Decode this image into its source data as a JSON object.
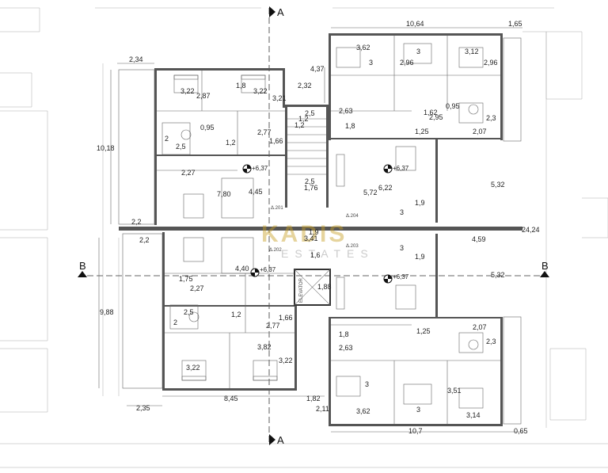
{
  "sections": {
    "a_top": "A",
    "a_bottom": "A",
    "b_left": "B",
    "b_right": "B"
  },
  "watermark": {
    "main": "KADIS",
    "sub": "ESTATES"
  },
  "levels": {
    "nw": "+6,37",
    "ne": "+6,37",
    "sw": "+6,37",
    "se": "+6,37"
  },
  "elevator": "ELEVATOR",
  "flat_codes": {
    "a201": "Δ.201",
    "a202": "Δ.202",
    "a203": "Δ.203",
    "a204": "Δ.204"
  },
  "dims": {
    "d_2_34": "2,34",
    "d_4_37": "4,37",
    "d_2_32": "2,32",
    "d_10_18": "10,18",
    "d_3_22a": "3,22",
    "d_2_87": "2,87",
    "d_1_8a": "1,8",
    "d_3_22b": "3,22",
    "d_3_21": "3,21",
    "d_2_5a": "2,5",
    "d_1_2a": "1,2",
    "d_1_2b": "1,2",
    "d_2_77a": "2,77",
    "d_0_95a": "0,95",
    "d_1_66a": "1,66",
    "d_2a": "2",
    "d_2_5b": "2,5",
    "d_1_2c": "1,2",
    "d_2_27a": "2,27",
    "d_7_80": "7,80",
    "d_4_45": "4,45",
    "d_2_5c": "2,5",
    "d_1_76": "1,76",
    "d_2_2a": "2,2",
    "d_2_2b": "2,2",
    "d_1_9a": "1,9",
    "d_3_41": "3,41",
    "d_1_6": "1,6",
    "d_4_40": "4,40",
    "d_1_75": "1,75",
    "d_2_27b": "2,27",
    "d_2_5d": "2,5",
    "d_1_2d": "1,2",
    "d_2b": "2",
    "d_1_66b": "1,66",
    "d_2_77b": "2,77",
    "d_3_82": "3,82",
    "d_3_22c": "3,22",
    "d_3_22d": "3,22",
    "d_9_88": "9,88",
    "d_8_45": "8,45",
    "d_1_82": "1,82",
    "d_2_35": "2,35",
    "d_2_11": "2,11",
    "d_1_88": "1,88",
    "d_10_64": "10,64",
    "d_1_65": "1,65",
    "d_3_62a": "3,62",
    "d_3a": "3",
    "d_2_96a": "2,96",
    "d_3b": "3",
    "d_3_12": "3,12",
    "d_2_96b": "2,96",
    "d_2_63a": "2,63",
    "d_1_8b": "1,8",
    "d_1_62": "1,62",
    "d_0_95b": "0,95",
    "d_2_95": "2,95",
    "d_2_3a": "2,3",
    "d_1_25a": "1,25",
    "d_2_07a": "2,07",
    "d_5_72": "5,72",
    "d_6_22": "6,22",
    "d_5_32a": "5,32",
    "d_1_9b": "1,9",
    "d_3c": "3",
    "d_24_24": "24,24",
    "d_4_59": "4,59",
    "d_3d": "3",
    "d_1_9c": "1,9",
    "d_5_32b": "5,32",
    "d_1_25b": "1,25",
    "d_2_07b": "2,07",
    "d_1_8c": "1,8",
    "d_2_63b": "2,63",
    "d_2_3b": "2,3",
    "d_3e": "3",
    "d_3_51": "3,51",
    "d_3_62b": "3,62",
    "d_3f": "3",
    "d_3_14": "3,14",
    "d_10_7": "10,7",
    "d_0_65": "0,65"
  },
  "icons": {
    "level_marker": "level-marker-icon",
    "section_arrow": "section-arrow-icon",
    "bed": "bed-icon",
    "table": "dining-table-icon",
    "sofa": "sofa-icon",
    "bath": "bathroom-fixture-icon",
    "stairs": "staircase-icon",
    "compass": "north-arrow-icon"
  },
  "colors": {
    "wall": "#555555",
    "line": "#666666",
    "axis": "#333333",
    "watermark": "#c9a227"
  }
}
